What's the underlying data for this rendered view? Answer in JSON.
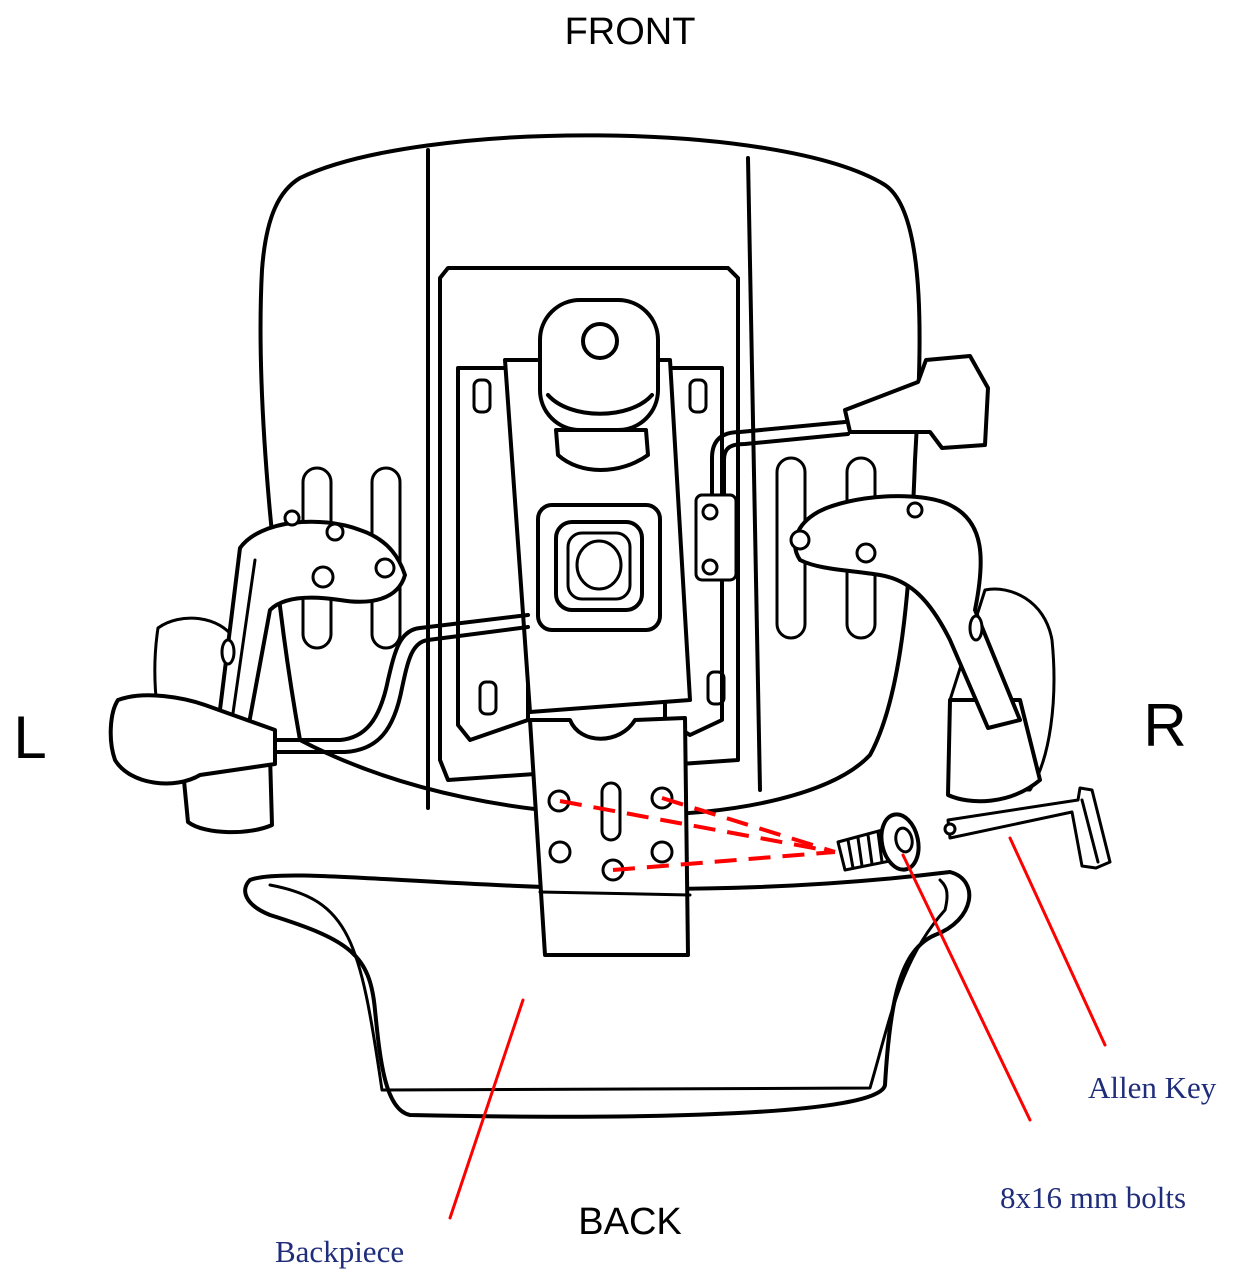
{
  "orientation": {
    "front": "FRONT",
    "back": "BACK",
    "left": "L",
    "right": "R"
  },
  "callouts": {
    "backpiece": "Backpiece",
    "bolts": "8x16 mm bolts",
    "allen_key": "Allen Key"
  },
  "colors": {
    "line_art": "#000000",
    "callout_line": "#ff0000",
    "callout_text": "#1f2d7a"
  }
}
